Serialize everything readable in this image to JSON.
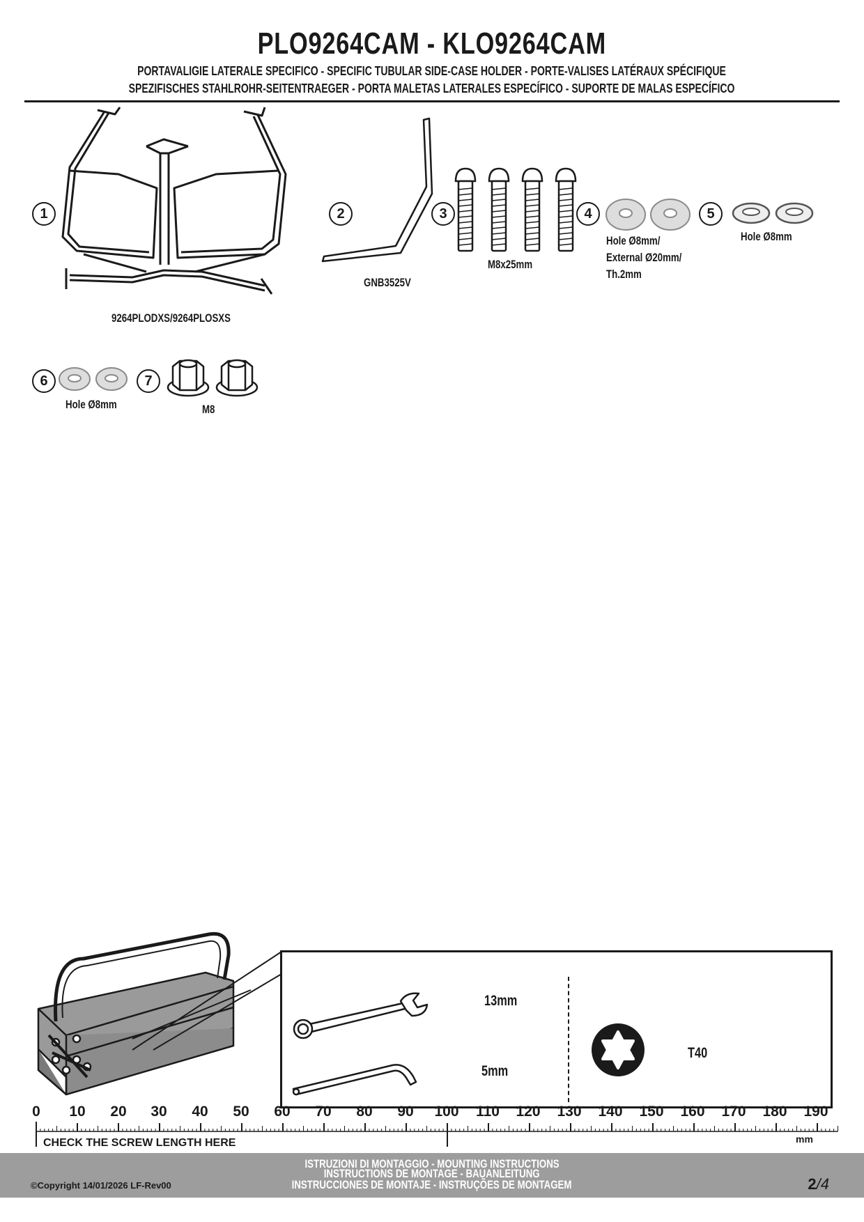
{
  "header": {
    "title": "PLO9264CAM - KLO9264CAM",
    "subtitle_line1": "PORTAVALIGIE LATERALE SPECIFICO  -  SPECIFIC TUBULAR SIDE-CASE HOLDER  - PORTE-VALISES LATÉRAUX SPÉCIFIQUE",
    "subtitle_line2": "SPEZIFISCHES STAHLROHR-SEITENTRAEGER - PORTA MALETAS LATERALES ESPECÍFICO - SUPORTE DE MALAS ESPECÍFICO"
  },
  "parts": [
    {
      "number": "1",
      "label": "9264PLODXS/9264PLOSXS",
      "icon": "tubular-frame"
    },
    {
      "number": "2",
      "label": "GNB3525V",
      "icon": "bracket-bar"
    },
    {
      "number": "3",
      "label": "M8x25mm",
      "icon": "screws"
    },
    {
      "number": "4",
      "label_line1": "Hole Ø8mm/",
      "label_line2": "External Ø20mm/",
      "label_line3": "Th.2mm",
      "icon": "flat-washers"
    },
    {
      "number": "5",
      "label": "Hole Ø8mm",
      "icon": "spring-washers"
    },
    {
      "number": "6",
      "label": "Hole Ø8mm",
      "icon": "washers"
    },
    {
      "number": "7",
      "label": "M8",
      "icon": "flange-nuts"
    }
  ],
  "tools": {
    "wrench": "13mm",
    "allen_key": "5mm",
    "torx": "T40"
  },
  "ruler": {
    "ticks": [
      "0",
      "10",
      "20",
      "30",
      "40",
      "50",
      "60",
      "70",
      "80",
      "90",
      "100",
      "110",
      "120",
      "130",
      "140",
      "150",
      "160",
      "170",
      "180",
      "190"
    ],
    "unit": "mm",
    "caption": "CHECK THE SCREW LENGTH HERE"
  },
  "footer": {
    "line1": "ISTRUZIONI DI MONTAGGIO  -  MOUNTING INSTRUCTIONS",
    "line2": "INSTRUCTIONS DE MONTAGE - BAUANLEITUNG",
    "line3": "INSTRUCCIONES DE MONTAJE - INSTRUÇÕES DE MONTAGEM",
    "copyright": "©Copyright 14/01/2026 LF-Rev00",
    "page_current": "2",
    "page_total": "/4"
  },
  "colors": {
    "ink": "#1a1a1a",
    "footer_bg": "#9d9d9d",
    "toolbox": "#8c8c8c"
  }
}
